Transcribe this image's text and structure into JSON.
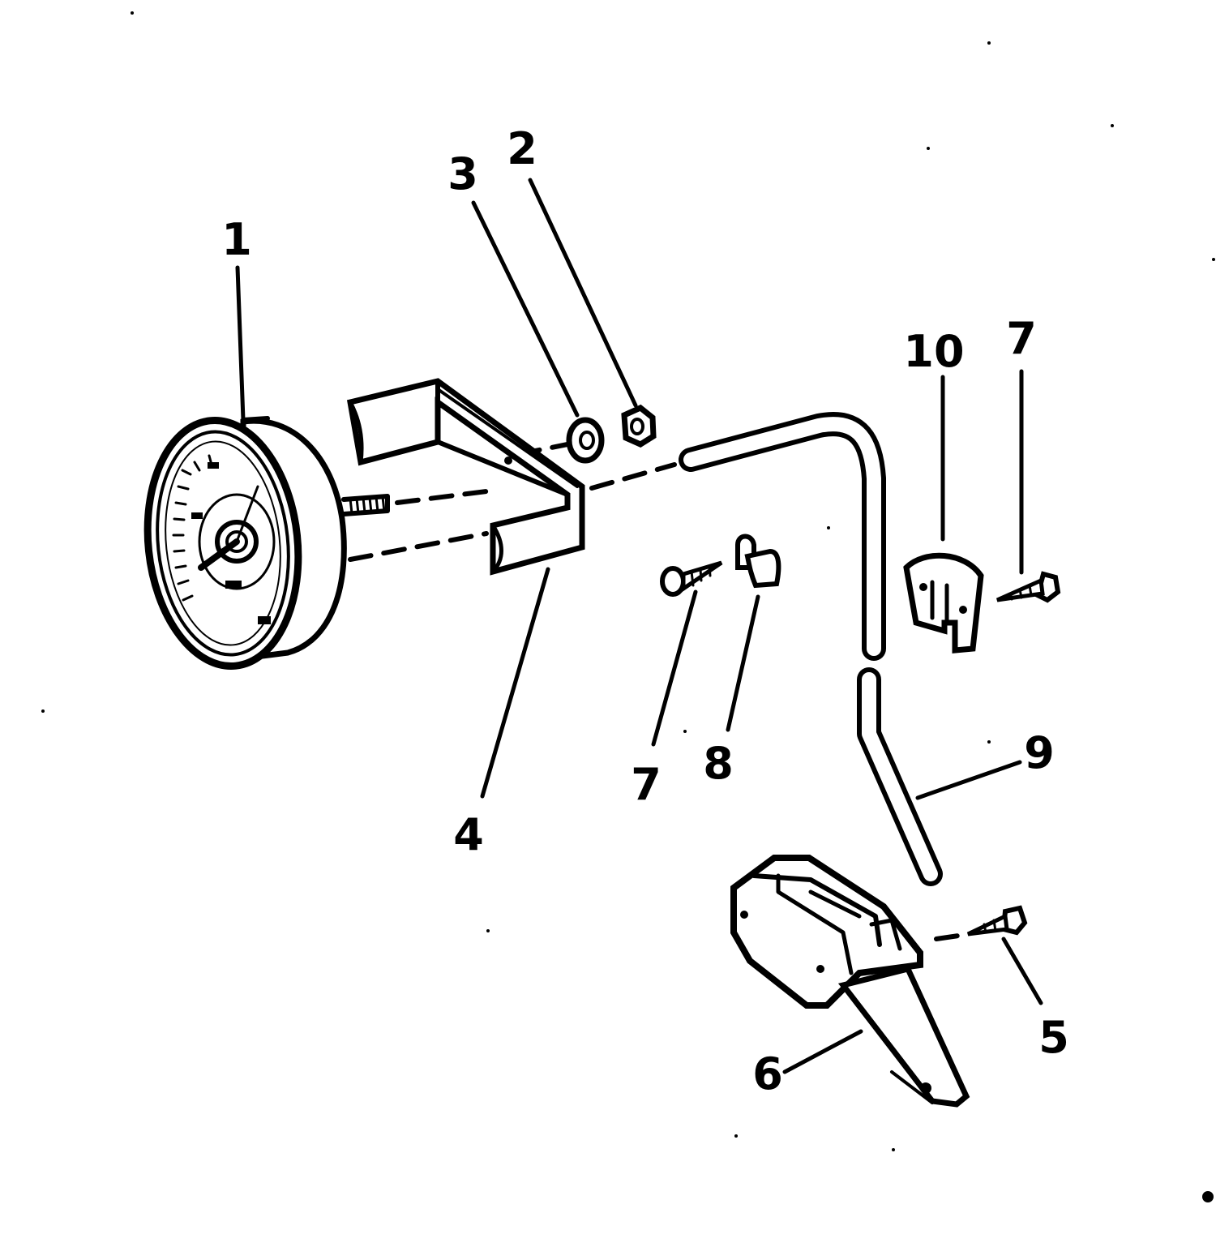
{
  "diagram": {
    "callouts": [
      {
        "id": "1",
        "text": "1"
      },
      {
        "id": "2",
        "text": "2"
      },
      {
        "id": "3",
        "text": "3"
      },
      {
        "id": "4",
        "text": "4"
      },
      {
        "id": "5",
        "text": "5"
      },
      {
        "id": "6",
        "text": "6"
      },
      {
        "id": "7a",
        "text": "7"
      },
      {
        "id": "7b",
        "text": "7"
      },
      {
        "id": "8",
        "text": "8"
      },
      {
        "id": "9",
        "text": "9"
      },
      {
        "id": "10",
        "text": "10"
      }
    ]
  }
}
